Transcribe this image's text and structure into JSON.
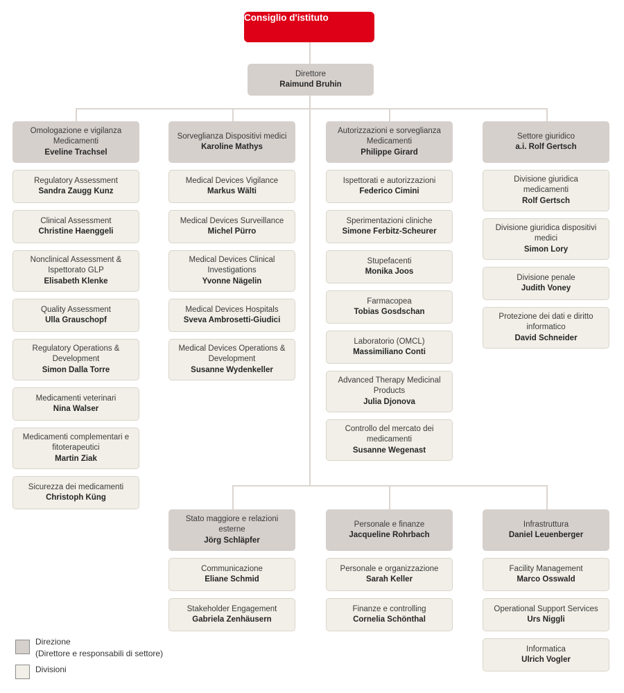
{
  "root": {
    "label": "Consiglio d'istituto"
  },
  "director": {
    "title": "Direttore",
    "name": "Raimund Bruhin"
  },
  "colors": {
    "brand_red": "#dd0017",
    "direzione_fill": "#d6d0cc",
    "divisione_fill": "#f1efe7",
    "connector_line": "#dcd5d0"
  },
  "top_sectors": [
    {
      "header": {
        "title": "Omologazione e vigilanza Medicamenti",
        "name": "Eveline Trachsel"
      },
      "divisions": [
        {
          "title": "Regulatory Assessment",
          "name": "Sandra Zaugg Kunz"
        },
        {
          "title": "Clinical Assessment",
          "name": "Christine Haenggeli"
        },
        {
          "title": "Nonclinical Assessment & Ispettorato GLP",
          "name": "Elisabeth Klenke"
        },
        {
          "title": "Quality Assessment",
          "name": "Ulla Grauschopf"
        },
        {
          "title": "Regulatory Operations & Development",
          "name": "Simon Dalla Torre"
        },
        {
          "title": "Medicamenti veterinari",
          "name": "Nina Walser"
        },
        {
          "title": "Medicamenti complementari e fitoterapeutici",
          "name": "Martin Ziak"
        },
        {
          "title": "Sicurezza dei medicamenti",
          "name": "Christoph Küng"
        }
      ]
    },
    {
      "header": {
        "title": "Sorveglianza Dispositivi medici",
        "name": "Karoline Mathys"
      },
      "divisions": [
        {
          "title": "Medical Devices Vigilance",
          "name": "Markus Wälti"
        },
        {
          "title": "Medical Devices Surveillance",
          "name": "Michel Pürro"
        },
        {
          "title": "Medical Devices Clinical Investigations",
          "name": "Yvonne Nägelin"
        },
        {
          "title": "Medical Devices Hospitals",
          "name": "Sveva Ambrosetti-Giudici"
        },
        {
          "title": "Medical Devices Operations & Development",
          "name": "Susanne Wydenkeller"
        }
      ]
    },
    {
      "header": {
        "title": "Autorizzazioni e sorveglianza Medicamenti",
        "name": "Philippe Girard"
      },
      "divisions": [
        {
          "title": "Ispettorati e autorizzazioni",
          "name": "Federico Cimini"
        },
        {
          "title": "Sperimentazioni cliniche",
          "name": "Simone Ferbitz-Scheurer"
        },
        {
          "title": "Stupefacenti",
          "name": "Monika Joos"
        },
        {
          "title": "Farmacopea",
          "name": "Tobias Gosdschan"
        },
        {
          "title": "Laboratorio (OMCL)",
          "name": "Massimiliano Conti"
        },
        {
          "title": "Advanced Therapy Medicinal Products",
          "name": "Julia Djonova"
        },
        {
          "title": "Controllo del mercato dei medicamenti",
          "name": "Susanne Wegenast"
        }
      ]
    },
    {
      "header": {
        "title": "Settore giuridico",
        "name": "a.i. Rolf Gertsch"
      },
      "divisions": [
        {
          "title": "Divisione giuridica medicamenti",
          "name": "Rolf Gertsch"
        },
        {
          "title": "Divisione giuridica dispositivi medici",
          "name": "Simon Lory"
        },
        {
          "title": "Divisione penale",
          "name": "Judith Voney"
        },
        {
          "title": "Protezione dei dati e diritto informatico",
          "name": "David Schneider"
        }
      ]
    }
  ],
  "bottom_sectors": [
    {
      "header": {
        "title": "Stato maggiore e relazioni esterne",
        "name": "Jörg Schläpfer"
      },
      "divisions": [
        {
          "title": "Communicazione",
          "name": "Eliane Schmid"
        },
        {
          "title": "Stakeholder Engagement",
          "name": "Gabriela Zenhäusern"
        }
      ]
    },
    {
      "header": {
        "title": "Personale e finanze",
        "name": "Jacqueline Rohrbach"
      },
      "divisions": [
        {
          "title": "Personale e organizzazione",
          "name": "Sarah Keller"
        },
        {
          "title": "Finanze e controlling",
          "name": "Cornelia Schönthal"
        }
      ]
    },
    {
      "header": {
        "title": "Infrastruttura",
        "name": "Daniel Leuenberger"
      },
      "divisions": [
        {
          "title": "Facility Management",
          "name": "Marco Osswald"
        },
        {
          "title": "Operational Support Services",
          "name": "Urs Niggli"
        },
        {
          "title": "Informatica",
          "name": "Ulrich Vogler"
        }
      ]
    }
  ],
  "legend": {
    "direzione": {
      "label": "Direzione",
      "sublabel": "(Direttore e responsabili di settore)"
    },
    "divisioni": {
      "label": "Divisioni"
    }
  }
}
